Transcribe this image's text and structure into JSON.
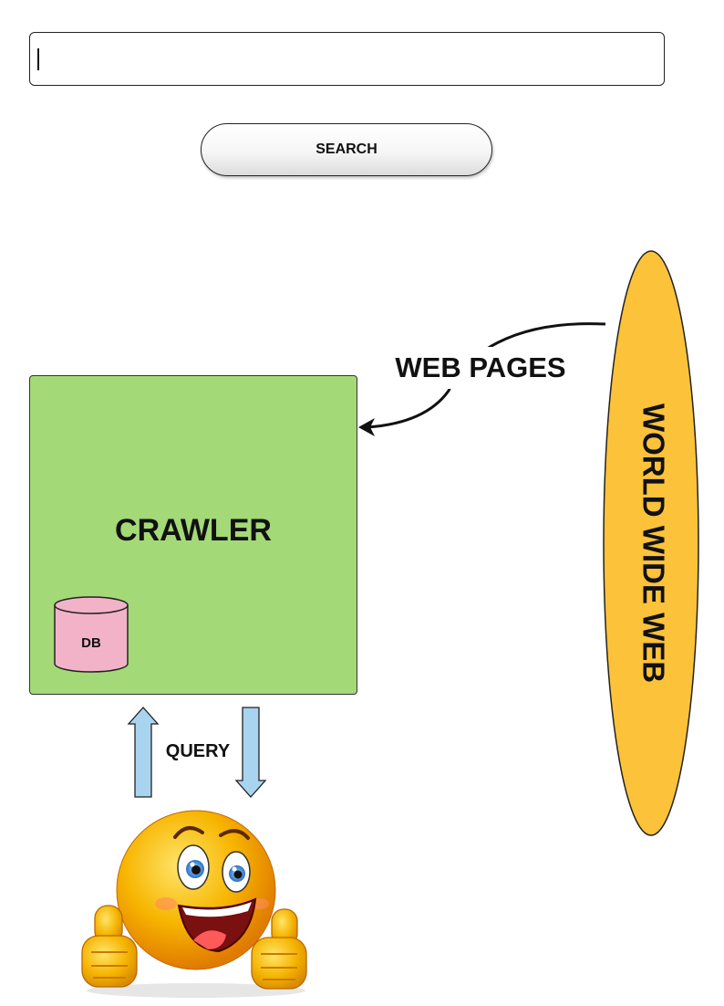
{
  "search": {
    "value": "",
    "button_label": "SEARCH"
  },
  "crawler": {
    "label": "CRAWLER",
    "db_label": "DB"
  },
  "web": {
    "label": "WORLD WIDE WEB",
    "arrow_label": "WEB PAGES"
  },
  "user": {
    "arrow_label": "QUERY"
  },
  "colors": {
    "crawler_fill": "#a4d977",
    "db_fill": "#f2b3c9",
    "www_fill": "#fbc23a",
    "query_arrow_fill": "#a8d4f0",
    "emoji_face": "#f7b500"
  }
}
